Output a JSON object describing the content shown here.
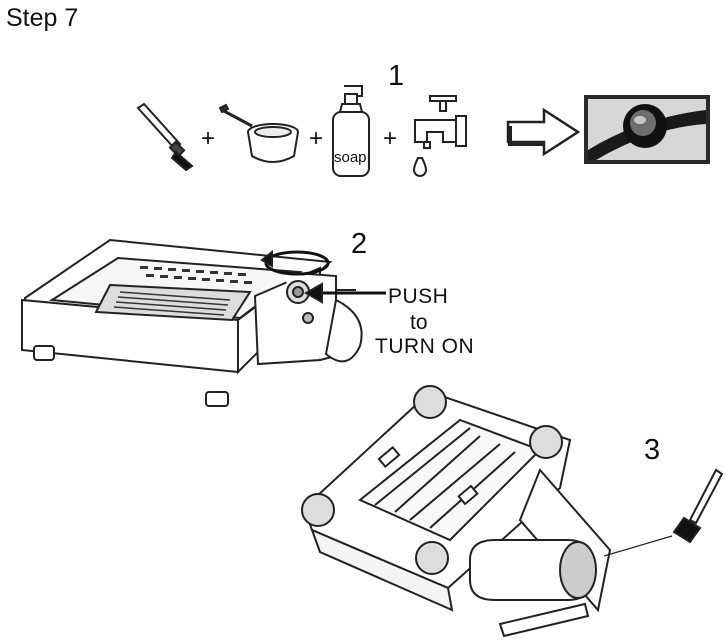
{
  "step_title": "Step 7",
  "step_numbers": [
    "1",
    "2",
    "3"
  ],
  "plus_sign": "+",
  "soap_label": "soap",
  "instruction": {
    "line1": "PUSH",
    "line2": "to",
    "line3": "TURN ON"
  },
  "icons": [
    "brush-icon",
    "cup-icon",
    "soap-bottle-icon",
    "faucet-icon",
    "arrow-right-icon",
    "lens-photo",
    "device-base",
    "device-head-upside-down"
  ]
}
